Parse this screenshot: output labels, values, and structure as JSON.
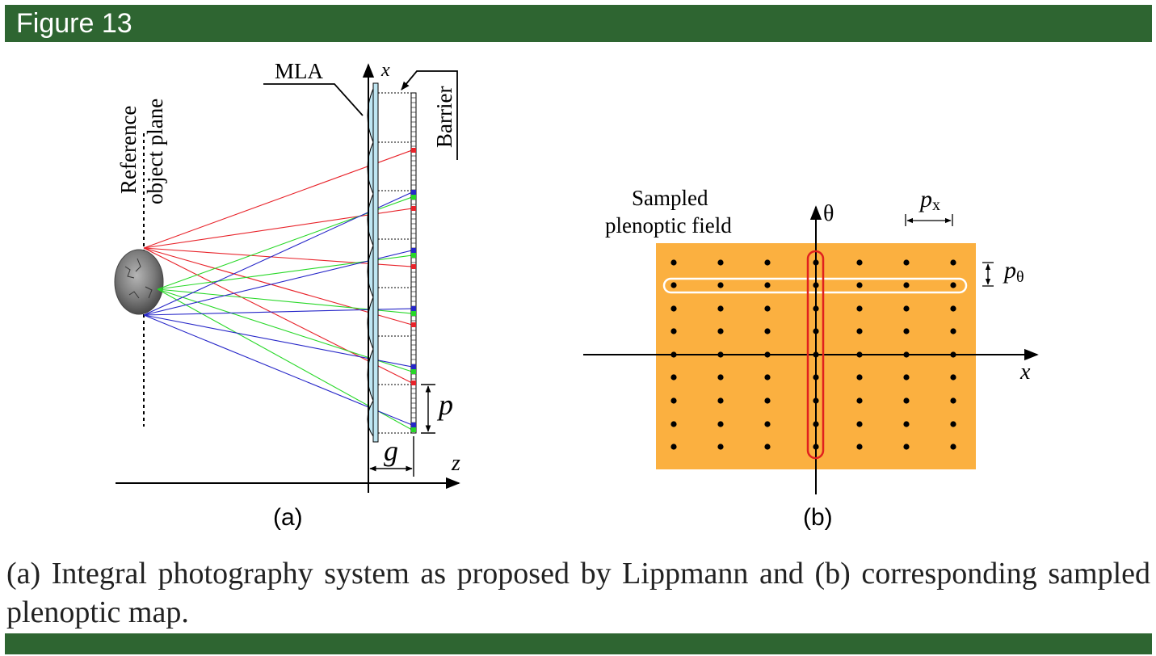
{
  "header": {
    "title": "Figure 13"
  },
  "panel_a": {
    "label": "(a)",
    "mla": "MLA",
    "barrier": "Barrier",
    "reference_line1": "Reference",
    "reference_line2": "object plane",
    "axis_x": "x",
    "axis_z": "z",
    "pitch": "p",
    "gap": "g"
  },
  "panel_b": {
    "label": "(b)",
    "sampled_line1": "Sampled",
    "sampled_line2": "plenoptic field",
    "axis_theta": "θ",
    "axis_x": "x",
    "px_main": "p",
    "px_sub": "x",
    "ptheta_main": "p",
    "ptheta_sub": "θ"
  },
  "caption": "(a) Integral photography system as proposed by Lippmann and (b) corresponding sampled plenoptic map.",
  "colors": {
    "header_bg": "#2e6531",
    "field_fill": "#fbb040",
    "ray_red": "#e8232a",
    "ray_green": "#27d827",
    "ray_blue": "#2626c8",
    "lens_fill": "#bfe6f2",
    "highlight_red": "#e0201e",
    "highlight_white": "#ffffff"
  }
}
